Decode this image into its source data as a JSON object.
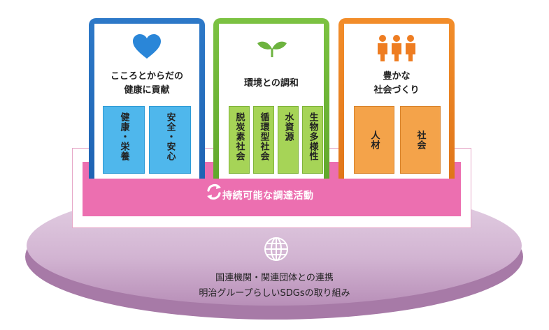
{
  "pillars": {
    "health": {
      "title_line1": "こころとからだの",
      "title_line2": "健康に貢献",
      "boxes": [
        "健康・栄養",
        "安全・安心"
      ],
      "icon": "heart-icon",
      "color": "#1e63b3"
    },
    "environment": {
      "title": "環境との調和",
      "boxes": [
        "脱炭素社会",
        "循環型社会",
        "水資源",
        "生物多様性"
      ],
      "icon": "sprout-icon",
      "color": "#61a82c"
    },
    "society": {
      "title_line1": "豊かな",
      "title_line2": "社会づくり",
      "boxes": [
        "人材",
        "社会"
      ],
      "icon": "people-icon",
      "color": "#e0761a"
    }
  },
  "band": {
    "label": "持続可能な調達活動",
    "icon": "recycle-icon",
    "color": "#ec6fb0"
  },
  "base": {
    "icon": "globe-icon",
    "line1": "国連機関・関連団体との連携",
    "line2": "明治グループらしいSDGsの取り組み"
  }
}
